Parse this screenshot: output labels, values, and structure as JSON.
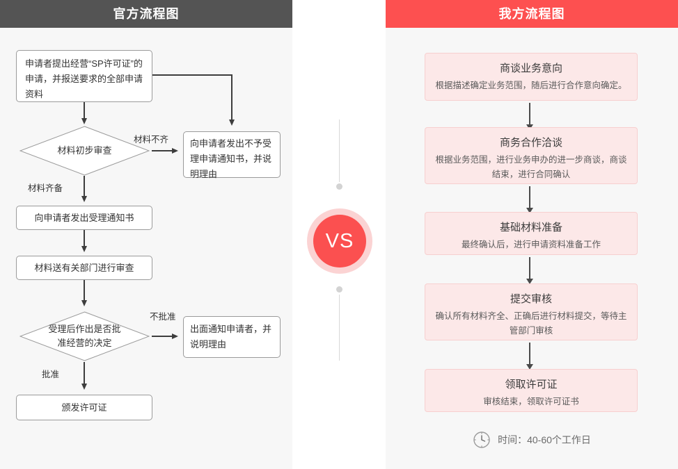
{
  "left_panel": {
    "title": "官方流程图",
    "header_color": "#545454",
    "boxes": [
      {
        "id": "apply",
        "text": "申请者提出经营“SP许可证”的申请，并报送要求的全部申请资料"
      },
      {
        "id": "reject-notice",
        "text": "向申请者发出不予受理申请通知书，并说明理由"
      },
      {
        "id": "accept-notice",
        "text": "向申请者发出受理通知书"
      },
      {
        "id": "dept-review",
        "text": "材料送有关部门进行审查"
      },
      {
        "id": "disapprove-notice",
        "text": "出面通知申请者，并说明理由"
      },
      {
        "id": "issue-license",
        "text": "颁发许可证"
      }
    ],
    "diamonds": [
      {
        "id": "initial-review",
        "text": "材料初步审查"
      },
      {
        "id": "approval-decision",
        "text": "受理后作出是否批准经营的决定"
      }
    ],
    "edge_labels": [
      {
        "id": "materials-incomplete",
        "text": "材料不齐"
      },
      {
        "id": "materials-complete",
        "text": "材料齐备"
      },
      {
        "id": "not-approved",
        "text": "不批准"
      },
      {
        "id": "approved",
        "text": "批准"
      }
    ]
  },
  "right_panel": {
    "title": "我方流程图",
    "header_color": "#fd5050",
    "steps": [
      {
        "id": "negotiate-intent",
        "title": "商谈业务意向",
        "desc": "根据描述确定业务范围，随后进行合作意向确定。"
      },
      {
        "id": "business-talks",
        "title": "商务合作洽谈",
        "desc": "根据业务范围，进行业务申办的进一步商谈，商谈结束，进行合同确认"
      },
      {
        "id": "material-prep",
        "title": "基础材料准备",
        "desc": "最终确认后，进行申请资料准备工作"
      },
      {
        "id": "submit-review",
        "title": "提交审核",
        "desc": "确认所有材料齐全、正确后进行材料提交，等待主管部门审核"
      },
      {
        "id": "collect-license",
        "title": "领取许可证",
        "desc": "审核结束，领取许可证书"
      }
    ],
    "footer": {
      "icon": "clock-icon",
      "text": "时间：40-60个工作日"
    }
  },
  "divider": {
    "vs_label": "VS",
    "ring_color": "#fbd3d3",
    "circle_color": "#fb5050"
  }
}
